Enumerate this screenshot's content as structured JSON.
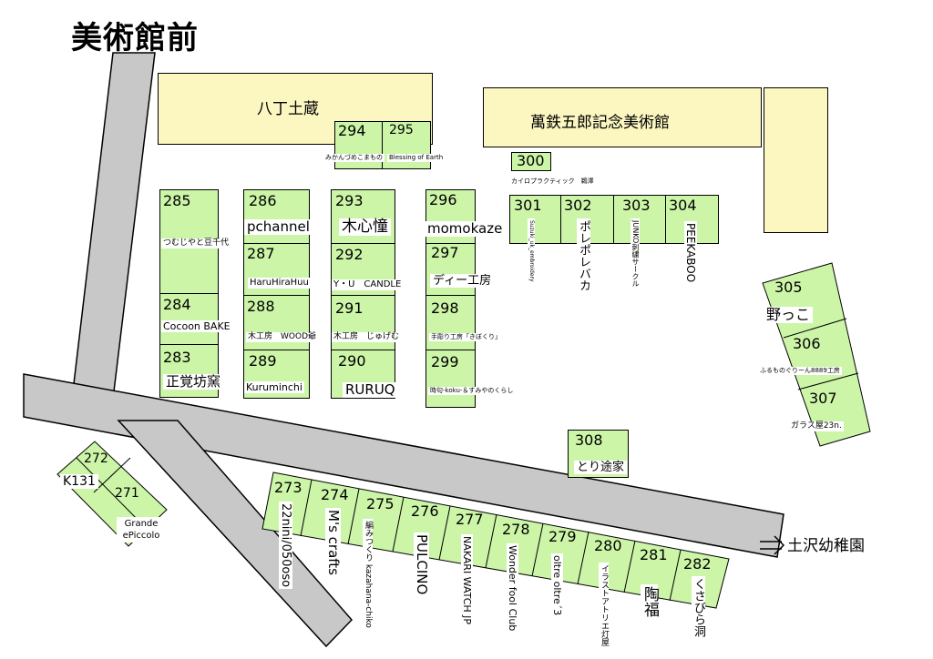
{
  "title": "美術館前",
  "buildings": {
    "hatcho": "八丁土蔵",
    "yorozu": "萬鉄五郎記念美術館"
  },
  "direction": "土沢幼稚園",
  "stalls": {
    "s294": {
      "num": "294",
      "name": "みかんづめこまもの"
    },
    "s295": {
      "num": "295",
      "name": "Blessing of Earth"
    },
    "s300": {
      "num": "300",
      "name": "カイロプラクティック　鵜澤"
    },
    "s285": {
      "num": "285",
      "name": "つむじやと豆千代"
    },
    "s286": {
      "num": "286",
      "name": "pchannel"
    },
    "s287": {
      "num": "287",
      "name": "HaruHiraHuu"
    },
    "s288": {
      "num": "288",
      "name": "木工房　WOOD爺"
    },
    "s289": {
      "num": "289",
      "name": "Kuruminchi"
    },
    "s284": {
      "num": "284",
      "name": "Cocoon BAKE"
    },
    "s283": {
      "num": "283",
      "name": "正覚坊窯"
    },
    "s293": {
      "num": "293",
      "name": "木心憧"
    },
    "s292": {
      "num": "292",
      "name": "Y・U　CANDLE"
    },
    "s291": {
      "num": "291",
      "name": "木工房　じゅげむ"
    },
    "s290": {
      "num": "290",
      "name": "RURUQ"
    },
    "s296": {
      "num": "296",
      "name": "momokaze"
    },
    "s297": {
      "num": "297",
      "name": "ディー工房"
    },
    "s298": {
      "num": "298",
      "name": "手彫り工房「きぼくり」"
    },
    "s299": {
      "num": "299",
      "name": "時句-koku-＆すみやのくらし"
    },
    "s301": {
      "num": "301",
      "name": "Suzuki_uk_embroidery"
    },
    "s302": {
      "num": "302",
      "name": "ポレポレバカ"
    },
    "s303": {
      "num": "303",
      "name": "JUNKO刺繍サークル"
    },
    "s304": {
      "num": "304",
      "name": "PEEKABOO"
    },
    "s305": {
      "num": "305",
      "name": "野っこ"
    },
    "s306": {
      "num": "306",
      "name": "ふるものぐりーん8889工房"
    },
    "s307": {
      "num": "307",
      "name": "ガラス屋23n."
    },
    "s308": {
      "num": "308",
      "name": "とり途家"
    },
    "s272": {
      "num": "272",
      "name": "K131"
    },
    "s271": {
      "num": "271",
      "name": "Grande ePiccolo"
    },
    "s273": {
      "num": "273",
      "name": "22nini/050oso"
    },
    "s274": {
      "num": "274",
      "name": "M's crafts"
    },
    "s275": {
      "num": "275",
      "name": "編みつくり kazahana-chiko"
    },
    "s276": {
      "num": "276",
      "name": "PULCINO"
    },
    "s277": {
      "num": "277",
      "name": "NAKARI WATCH JP"
    },
    "s278": {
      "num": "278",
      "name": "Wonder fool Club"
    },
    "s279": {
      "num": "279",
      "name": "oltre oltre´3"
    },
    "s280": {
      "num": "280",
      "name": "イラストアトリエ灯屋"
    },
    "s281": {
      "num": "281",
      "name": "陶福"
    },
    "s282": {
      "num": "282",
      "name": "くさびら洞"
    }
  },
  "colors": {
    "stall": "#ccf5a8",
    "building": "#fcf7c0",
    "road": "#c8c8c8"
  }
}
